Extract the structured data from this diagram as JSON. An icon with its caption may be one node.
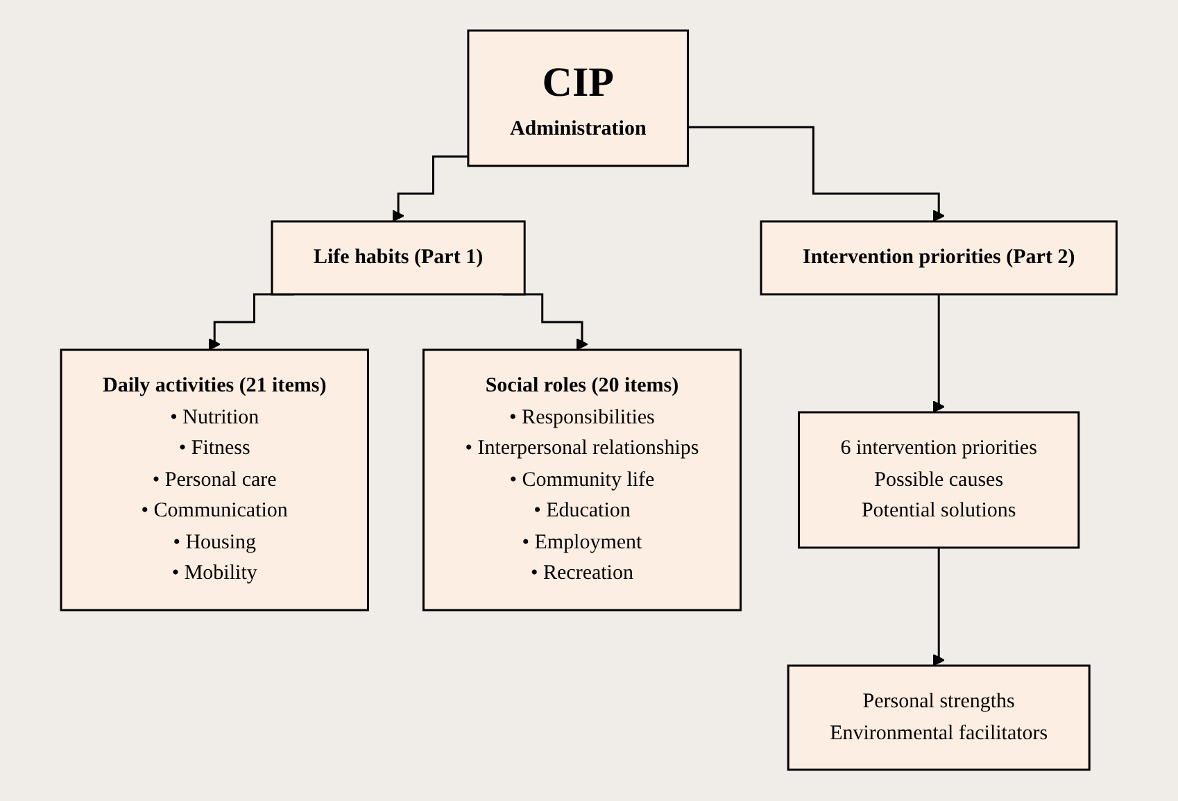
{
  "diagram": {
    "nodes": [
      {
        "text": [
          "CIP",
          "Administration"
        ]
      },
      {
        "text": [
          "Life habits (Part 1)"
        ]
      },
      {
        "text": [
          "Intervention priorities (Part 2)"
        ]
      },
      {
        "text": [
          "Daily activities (21 items)",
          "• Nutrition",
          "• Fitness",
          "• Personal care",
          "• Communication",
          "• Housing",
          "• Mobility"
        ]
      },
      {
        "text": [
          "Social roles (20 items)",
          "• Responsibilities",
          "• Interpersonal relationships",
          "• Community life",
          "• Education",
          "• Employment",
          "• Recreation"
        ]
      },
      {
        "text": [
          "6 intervention priorities",
          "Possible causes",
          "Potential solutions"
        ]
      },
      {
        "text": [
          "Personal strengths",
          "Environmental facilitators"
        ]
      }
    ],
    "edges": [
      {
        "from": 0,
        "to": 1,
        "arrow": "to"
      },
      {
        "from": 0,
        "to": 2,
        "arrow": "to"
      },
      {
        "from": 1,
        "to": 3,
        "arrow": "to"
      },
      {
        "from": 1,
        "to": 4,
        "arrow": "to"
      },
      {
        "from": 2,
        "to": 5,
        "arrow": "to"
      },
      {
        "from": 5,
        "to": 6,
        "arrow": "to"
      }
    ]
  }
}
